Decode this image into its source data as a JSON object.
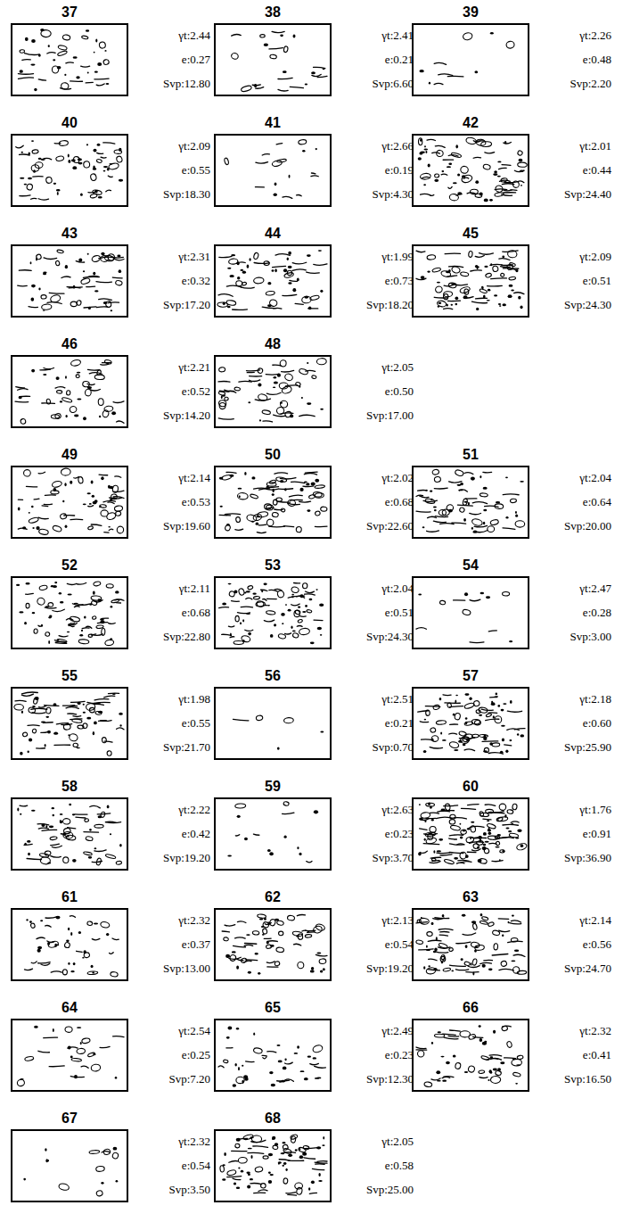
{
  "diagram": {
    "nodes": [
      {
        "text": [
          "37"
        ]
      },
      {
        "text": [
          "38"
        ]
      },
      {
        "text": [
          "39"
        ]
      },
      {
        "text": [
          "40"
        ]
      },
      {
        "text": [
          "41"
        ]
      },
      {
        "text": [
          "42"
        ]
      },
      {
        "text": [
          "43"
        ]
      },
      {
        "text": [
          "44"
        ]
      },
      {
        "text": [
          "45"
        ]
      },
      {
        "text": [
          "46"
        ]
      },
      {
        "text": [
          "48"
        ]
      },
      {
        "text": [
          "49"
        ]
      },
      {
        "text": [
          "50"
        ]
      },
      {
        "text": [
          "51"
        ]
      },
      {
        "text": [
          "52"
        ]
      },
      {
        "text": [
          "53"
        ]
      },
      {
        "text": [
          "54"
        ]
      },
      {
        "text": [
          "55"
        ]
      },
      {
        "text": [
          "56"
        ]
      },
      {
        "text": [
          "57"
        ]
      },
      {
        "text": [
          "58"
        ]
      },
      {
        "text": [
          "59"
        ]
      },
      {
        "text": [
          "60"
        ]
      },
      {
        "text": [
          "61"
        ]
      },
      {
        "text": [
          "62"
        ]
      },
      {
        "text": [
          "63"
        ]
      },
      {
        "text": [
          "64"
        ]
      },
      {
        "text": [
          "65"
        ]
      },
      {
        "text": [
          "66"
        ]
      },
      {
        "text": [
          "67"
        ]
      },
      {
        "text": [
          "68"
        ]
      }
    ],
    "labels": [
      "γt:2.44",
      "e:0.27",
      "Svp:12.80",
      "γt:2.41",
      "e:0.21",
      "Svp:6.60",
      "γt:2.26",
      "e:0.48",
      "Svp:2.20",
      "γt:2.09",
      "e:0.55",
      "Svp:18.30",
      "γt:2.66",
      "e:0.19",
      "Svp:4.30",
      "γt:2.01",
      "e:0.44",
      "Svp:24.40",
      "γt:2.31",
      "e:0.32",
      "Svp:17.20",
      "γt:1.99",
      "e:0.73",
      "Svp:18.20",
      "γt:2.09",
      "e:0.51",
      "Svp:24.30",
      "γt:2.21",
      "e:0.52",
      "Svp:14.20",
      "γt:2.05",
      "e:0.50",
      "Svp:17.00",
      "γt:2.14",
      "e:0.53",
      "Svp:19.60",
      "γt:2.02",
      "e:0.68",
      "Svp:22.60",
      "γt:2.04",
      "e:0.64",
      "Svp:20.00",
      "γt:2.11",
      "e:0.68",
      "Svp:22.80",
      "γt:2.04",
      "e:0.51",
      "Svp:24.30",
      "γt:2.47",
      "e:0.28",
      "Svp:3.00",
      "γt:1.98",
      "e:0.55",
      "Svp:21.70",
      "γt:2.51",
      "e:0.21",
      "Svp:0.70",
      "γt:2.18",
      "e:0.60",
      "Svp:25.90",
      "γt:2.22",
      "e:0.42",
      "Svp:19.20",
      "γt:2.63",
      "e:0.23",
      "Svp:3.70",
      "γt:1.76",
      "e:0.91",
      "Svp:36.90",
      "γt:2.32",
      "e:0.37",
      "Svp:13.00",
      "γt:2.13",
      "e:0.54",
      "Svp:19.20",
      "γt:2.14",
      "e:0.56",
      "Svp:24.70",
      "γt:2.54",
      "e:0.25",
      "Svp:7.20",
      "γt:2.49",
      "e:0.23",
      "Svp:12.30",
      "γt:2.32",
      "e:0.41",
      "Svp:16.50",
      "γt:2.32",
      "e:0.54",
      "Svp:3.50",
      "γt:2.05",
      "e:0.58",
      "Svp:25.00"
    ]
  }
}
